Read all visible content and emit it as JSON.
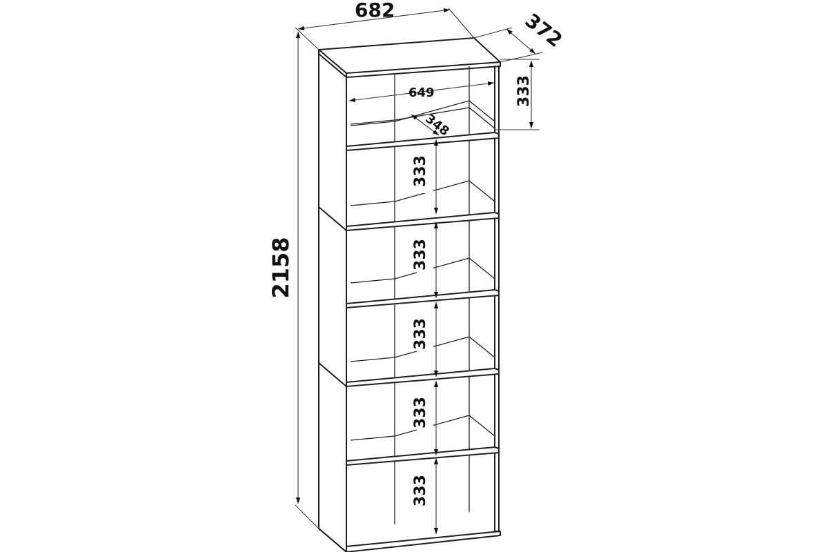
{
  "dimensions": {
    "overall_width": "682",
    "overall_depth": "372",
    "overall_height": "2158",
    "inner_width": "649",
    "inner_depth": "348",
    "shelf_heights": [
      "333",
      "333",
      "333",
      "333",
      "333",
      "333"
    ]
  },
  "colors": {
    "line": "#1e1e1e",
    "dimension": "#333333",
    "background": "#ffffff"
  }
}
